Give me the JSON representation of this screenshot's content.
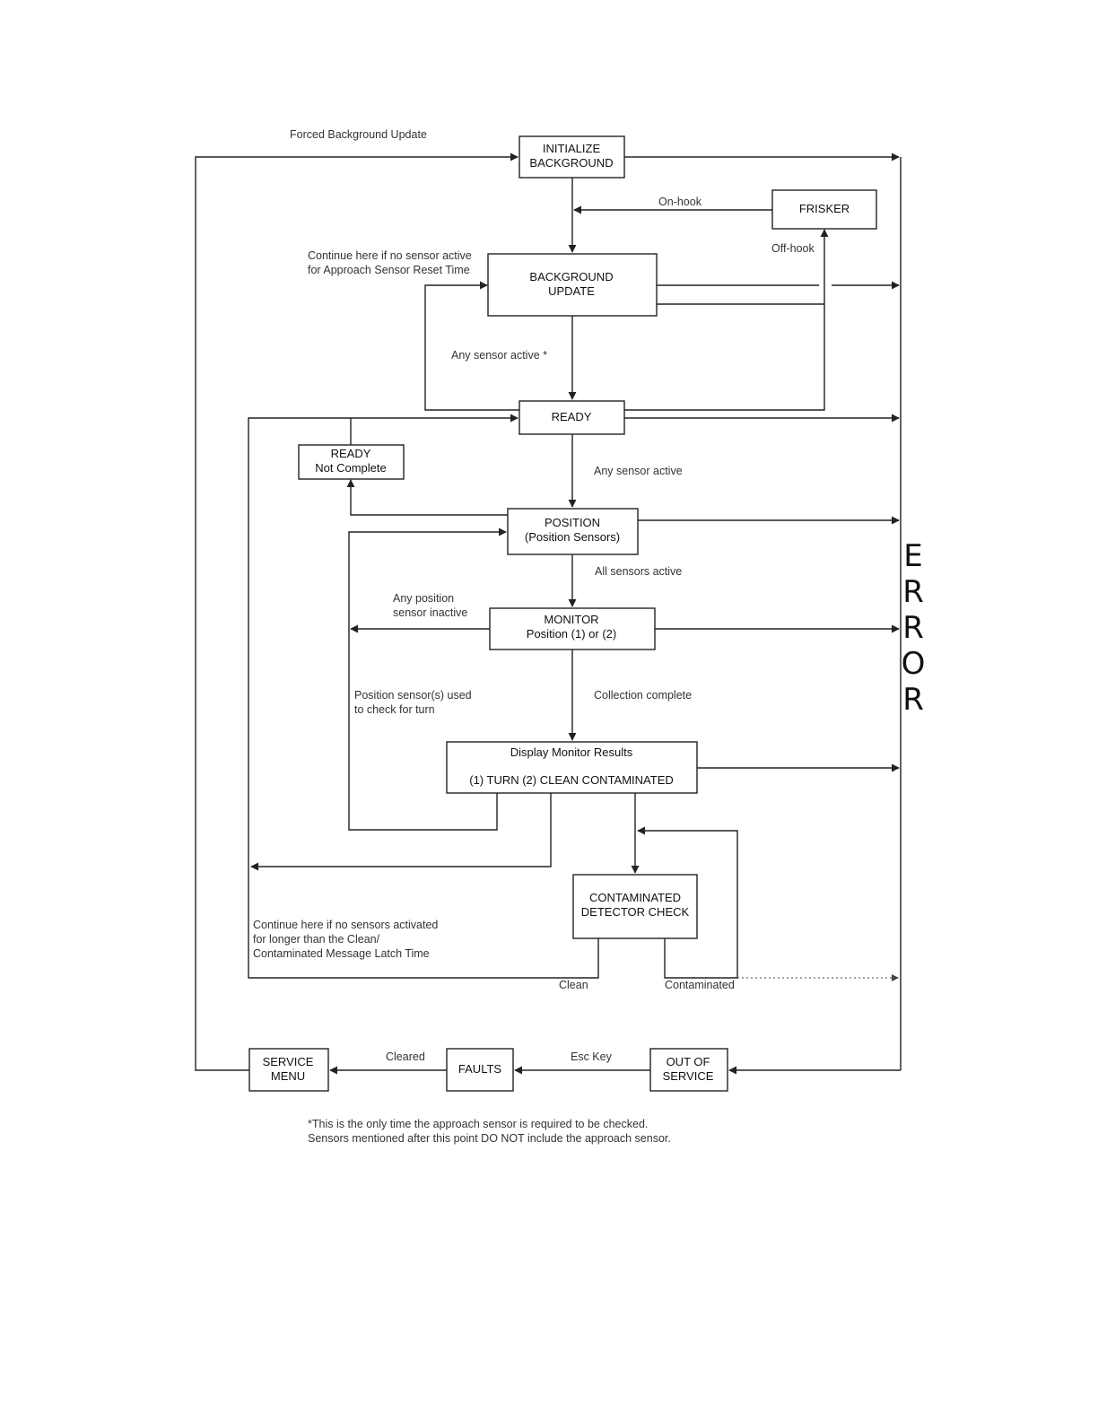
{
  "boxes": {
    "initialize_background": [
      "INITIALIZE",
      "BACKGROUND"
    ],
    "frisker": [
      "FRISKER"
    ],
    "background_update": [
      "BACKGROUND",
      "UPDATE"
    ],
    "ready": [
      "READY"
    ],
    "ready_not_complete": [
      "READY",
      "Not Complete"
    ],
    "position": [
      "POSITION",
      "(Position Sensors)"
    ],
    "monitor": [
      "MONITOR",
      "Position (1) or (2)"
    ],
    "display_results": [
      "Display Monitor Results",
      "(1) TURN (2) CLEAN CONTAMINATED"
    ],
    "contaminated_detector_check": [
      "CONTAMINATED",
      "DETECTOR CHECK"
    ],
    "service_menu": [
      "SERVICE",
      "MENU"
    ],
    "faults": [
      "FAULTS"
    ],
    "out_of_service": [
      "OUT OF",
      "SERVICE"
    ]
  },
  "labels": {
    "forced_background_update": [
      "Forced Background Update"
    ],
    "on_hook": [
      "On-hook"
    ],
    "off_hook": [
      "Off-hook"
    ],
    "continue_no_sensor": [
      "Continue here if no sensor active",
      "for Approach Sensor Reset Time"
    ],
    "any_sensor_active_star": [
      "Any sensor active *"
    ],
    "any_sensor_active": [
      "Any sensor active"
    ],
    "all_sensors_active": [
      "All sensors active"
    ],
    "any_position_inactive": [
      "Any position",
      "sensor inactive"
    ],
    "position_sensors_used": [
      "Position sensor(s) used",
      "to check for turn"
    ],
    "collection_complete": [
      "Collection complete"
    ],
    "continue_no_sensors_activated": [
      "Continue here if no sensors activated",
      "for longer than the Clean/",
      "Contaminated Message Latch Time"
    ],
    "clean": [
      "Clean"
    ],
    "contaminated": [
      "Contaminated"
    ],
    "cleared": [
      "Cleared"
    ],
    "esc_key": [
      "Esc Key"
    ]
  },
  "error_letters": [
    "E",
    "R",
    "R",
    "O",
    "R"
  ],
  "footnote": [
    "*This is the only time the approach sensor is required to be checked.",
    "Sensors mentioned after this point DO NOT include the approach sensor."
  ]
}
